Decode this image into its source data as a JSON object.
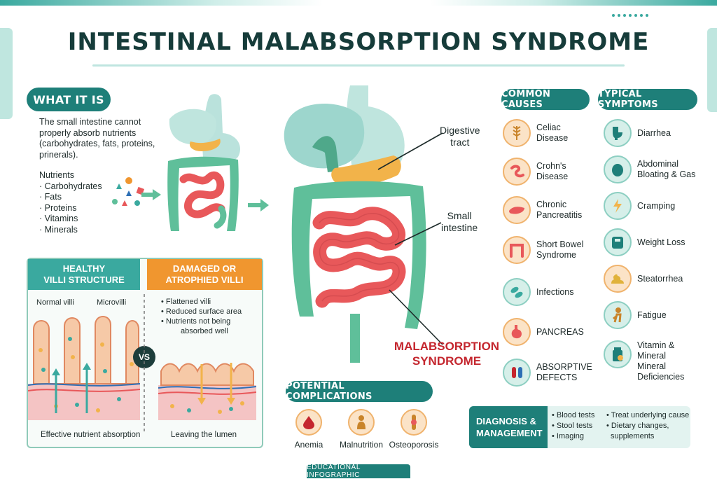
{
  "title": "INTESTINAL MALABSORPTION SYNDROME",
  "what_it_is": {
    "heading": "WHAT IT IS",
    "description_lines": [
      "The small intestine cannot",
      "properly absorb nutrients",
      "(carbohydrates, fats, proteins,",
      "prinerals)."
    ],
    "nutrients_heading": "Nutrients",
    "nutrients": [
      "· Carbohydrates",
      "· Fats",
      "· Proteins",
      "· Vitamins",
      "· Minerals"
    ]
  },
  "anatomy": {
    "digestive_tract_label": [
      "Digestive",
      "tract"
    ],
    "small_intestine_label": [
      "Small",
      "intestine"
    ],
    "syndrome_label": [
      "MALABSORPTION",
      "SYNDROME"
    ]
  },
  "villi": {
    "healthy_heading": [
      "HEALTHY",
      "VILLI STRUCTURE"
    ],
    "damaged_heading": [
      "DAMAGED OR",
      "ATROPHIED VILLI"
    ],
    "normal_villi_label": "Normal villi",
    "microvilli_label": "Microvilli",
    "damaged_points": [
      "• Flattened villi",
      "• Reduced surface area",
      "• Nutrients not being"
    ],
    "damaged_point_cont": "absorbed well",
    "vs_label": "VS",
    "healthy_caption": "Effective nutrient absorption",
    "damaged_caption": "Leaving the lumen"
  },
  "complications": {
    "heading": "POTENTIAL COMPLICATIONS",
    "items": [
      "Anemia",
      "Malnutrition",
      "Osteoporosis"
    ]
  },
  "causes": {
    "heading": "COMMON CAUSES",
    "items": [
      {
        "label": [
          "Celiac",
          "Disease"
        ],
        "icon": "wheat-icon"
      },
      {
        "label": [
          "Crohn's",
          "Disease"
        ],
        "icon": "inflamed-intestine-icon"
      },
      {
        "label": [
          "Chronic",
          "Pancreatitis"
        ],
        "icon": "pancreas-icon"
      },
      {
        "label": [
          "Short Bowel",
          "Syndrome"
        ],
        "icon": "short-bowel-icon"
      },
      {
        "label": [
          "Infections"
        ],
        "icon": "bacteria-icon"
      },
      {
        "label": [
          "PANCREAS"
        ],
        "icon": "stomach-icon"
      },
      {
        "label": [
          "ABSORPTIVE",
          "DEFECTS"
        ],
        "icon": "test-tube-icon"
      }
    ]
  },
  "symptoms": {
    "heading": "TYPICAL SYMPTOMS",
    "items": [
      {
        "label": [
          "Diarrhea"
        ],
        "icon": "toilet-icon"
      },
      {
        "label": [
          "Abdominal",
          "Bloating & Gas"
        ],
        "icon": "bloating-icon"
      },
      {
        "label": [
          "Cramping"
        ],
        "icon": "lightning-icon"
      },
      {
        "label": [
          "Weight Loss"
        ],
        "icon": "scale-icon"
      },
      {
        "label": [
          "Steatorrhea"
        ],
        "icon": "stool-icon"
      },
      {
        "label": [
          "Fatigue"
        ],
        "icon": "tired-person-icon"
      },
      {
        "label": [
          "Vitamin &",
          "Mineral",
          "Mineral",
          "Deficiencies"
        ],
        "icon": "supplement-bottle-icon"
      }
    ]
  },
  "diagnosis": {
    "heading": [
      "DIAGNOSIS &",
      "MANAGEMENT"
    ],
    "tests": [
      "• Blood tests",
      "• Stool tests",
      "• Imaging"
    ],
    "treatments": [
      "• Treat underlying cause",
      "• Dietary changes,"
    ],
    "treatment_cont": "supplements"
  },
  "footer": "EDUCATIONAL INFOGRAPHIC",
  "colors": {
    "teal": "#1e7f79",
    "orange": "#f0962f",
    "intestine_red": "#e8585a",
    "colon_green": "#5fbf9a",
    "malabsorption_red": "#c4262e"
  }
}
